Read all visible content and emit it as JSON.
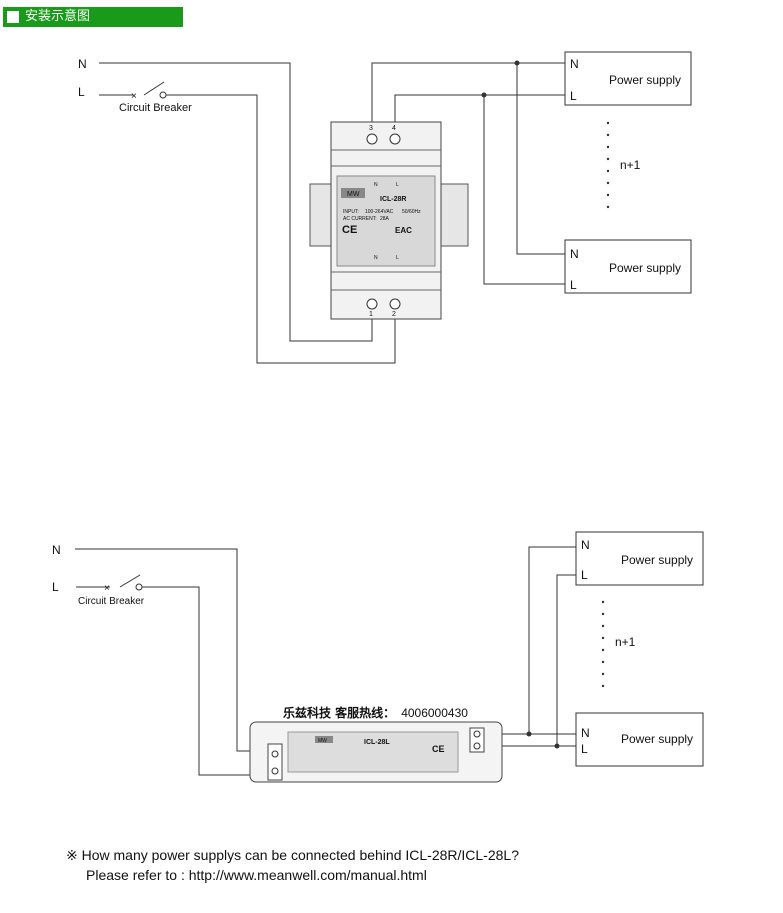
{
  "header": {
    "title": "安装示意图"
  },
  "top": {
    "n": "N",
    "l": "L",
    "breaker": "Circuit Breaker",
    "terminals": [
      "3",
      "4",
      "1",
      "2"
    ],
    "device": {
      "brand": "MW",
      "model": "ICL-28R",
      "input": "INPUT:",
      "input_value": "100-264VAC",
      "freq": "50/60Hz",
      "current": "AC CURRENT:",
      "current_value": "28A",
      "bottom_n": "N",
      "bottom_l": "L",
      "top_n": "N",
      "top_l": "L",
      "ce": "CE",
      "eac": "EAC"
    },
    "load_top": {
      "n": "N",
      "l": "L",
      "label": "Power supply"
    },
    "load_bottom": {
      "n": "N",
      "l": "L",
      "label": "Power supply"
    },
    "count": "n+1"
  },
  "bottom": {
    "n": "N",
    "l": "L",
    "breaker": "Circuit Breaker",
    "device": {
      "brand": "MW",
      "model": "ICL-28L",
      "ce": "CE"
    },
    "load_top": {
      "n": "N",
      "l": "L",
      "label": "Power supply"
    },
    "load_bottom": {
      "n": "N",
      "l": "L",
      "label": "Power supply"
    },
    "count": "n+1"
  },
  "contact": {
    "label": "乐兹科技 客服热线：",
    "number": "4006000430"
  },
  "footer": {
    "mark": "※",
    "line1": "How many power supplys can be connected behind ICL-28R/ICL-28L?",
    "line2": "Please refer to : http://www.meanwell.com/manual.html"
  }
}
